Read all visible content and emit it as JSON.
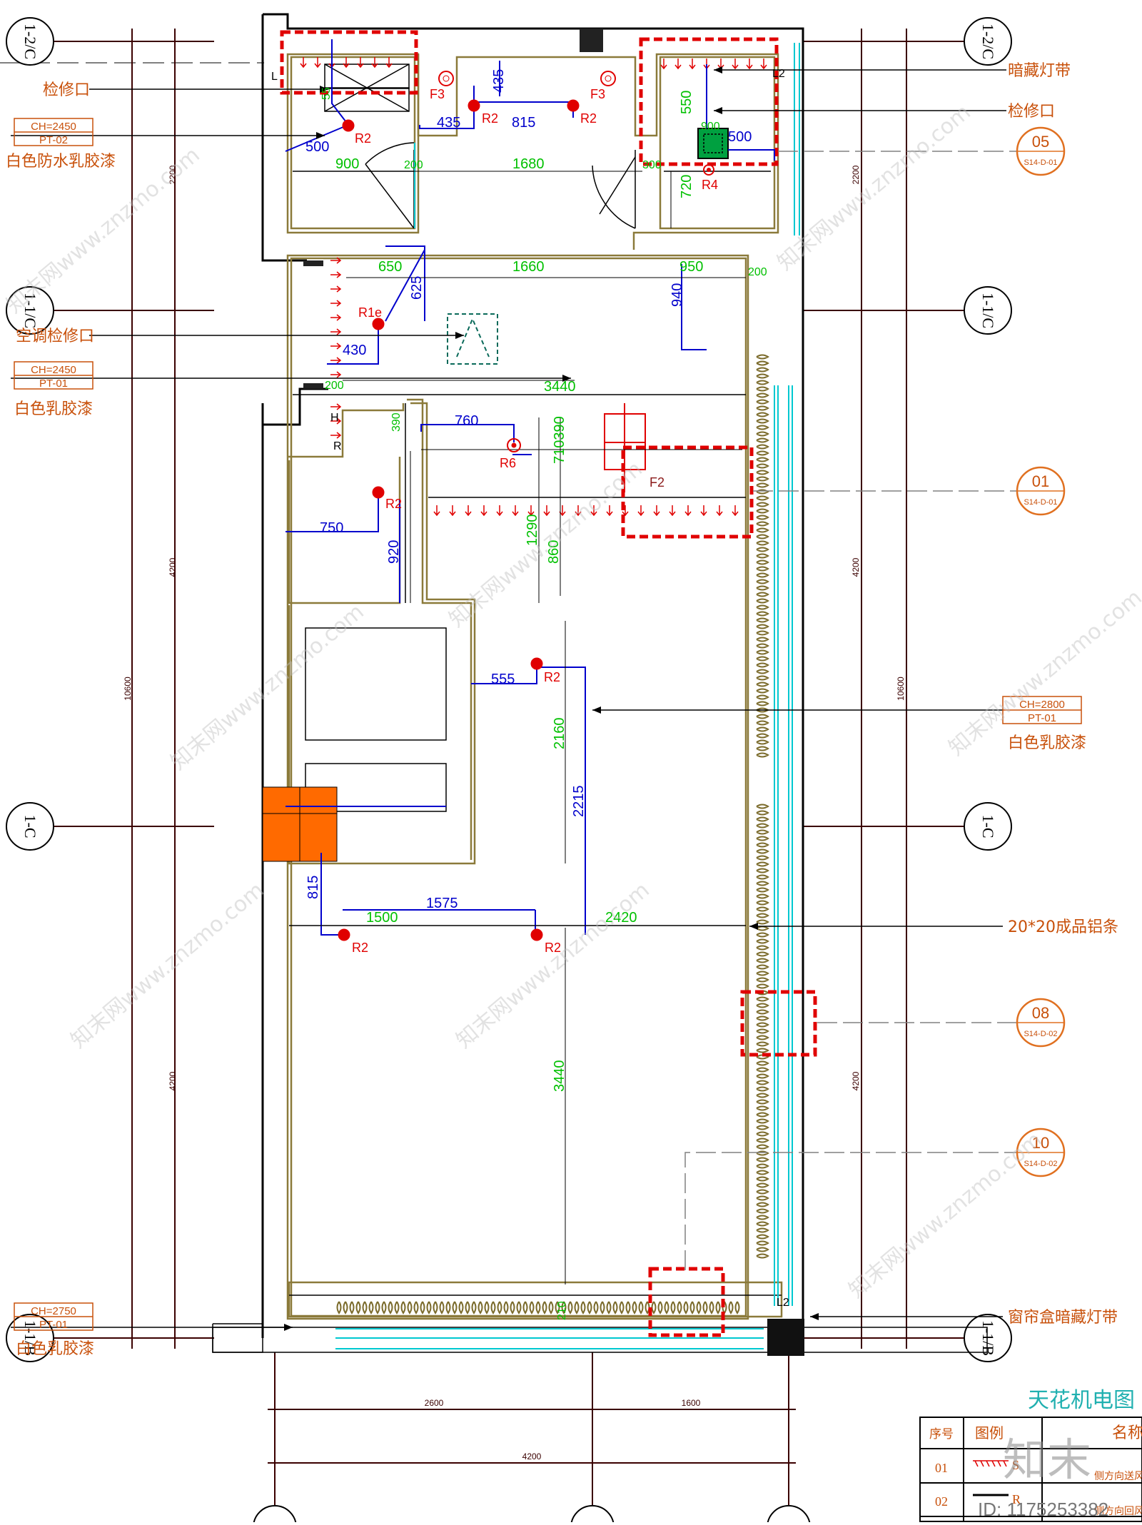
{
  "drawing": {
    "title": "天花机电图",
    "watermark": "知末网www.znzmo.com",
    "corner_logo": "知末",
    "id_label": "ID: 1175253382"
  },
  "grid_labels": {
    "left": [
      "1-2/C",
      "1-1/C",
      "1-C",
      "1-1/B"
    ],
    "right": [
      "1-2/C",
      "1-1/C",
      "1-C",
      "1-1/B"
    ]
  },
  "outer_dimensions": {
    "left_vertical": [
      "2200",
      "4200",
      "4200",
      "10600"
    ],
    "right_vertical": [
      "2200",
      "4200",
      "4200",
      "10600"
    ],
    "bottom": [
      "2600",
      "1600",
      "4200"
    ]
  },
  "left_notes": {
    "access_panel": "检修口",
    "ch_1": "CH=2450",
    "pt_1": "PT-02",
    "paint_1": "白色防水乳胶漆",
    "ac_access": "空调检修口",
    "ch_2": "CH=2450",
    "pt_2": "PT-01",
    "paint_2": "白色乳胶漆",
    "ch_3": "CH=2750",
    "pt_3": "PT-01",
    "paint_3": "白色乳胶漆"
  },
  "right_notes": {
    "hidden_light": "暗藏灯带",
    "access_panel": "检修口",
    "ch": "CH=2800",
    "pt": "PT-01",
    "paint": "白色乳胶漆",
    "aluminium": "20*20成品铝条",
    "curtain_light": "窗帘盒暗藏灯带"
  },
  "detail_callouts": [
    {
      "num": "05",
      "ref": "S14-D-01"
    },
    {
      "num": "01",
      "ref": "S14-D-01"
    },
    {
      "num": "08",
      "ref": "S14-D-02"
    },
    {
      "num": "10",
      "ref": "S14-D-02"
    }
  ],
  "device_labels": {
    "r2": "R2",
    "r1e": "R1e",
    "r4": "R4",
    "r6": "R6",
    "f2": "F2",
    "f3": "F3",
    "l": "L",
    "l2": "L2",
    "h": "H",
    "r": "R"
  },
  "green_dims": {
    "d900": "900",
    "d200a": "200",
    "d1680": "1680",
    "d650": "650",
    "d1660": "1660",
    "d950": "950",
    "d200b": "200",
    "d200c": "200",
    "d3440a": "3440",
    "d390": "390",
    "d710390": "710390",
    "d1290": "1290",
    "d920": "920",
    "d860": "860",
    "d2160": "2160",
    "d1500": "1500",
    "d2420": "2420",
    "d3440b": "3440",
    "d550": "550",
    "d720": "720",
    "d900b": "900",
    "d55": "55",
    "d210": "210",
    "d300": "300"
  },
  "blue_dims": {
    "d500a": "500",
    "d435a": "435",
    "d435b": "435",
    "d815a": "815",
    "d500b": "500",
    "d625": "625",
    "d430": "430",
    "d940": "940",
    "d760": "760",
    "d750": "750",
    "d555": "555",
    "d2215": "2215",
    "d815b": "815",
    "d1575": "1575"
  },
  "legend": {
    "col_no": "序号",
    "col_legend": "图例",
    "col_name": "名称",
    "rows": [
      {
        "no": "01",
        "sym": "S",
        "name": "侧方向送风"
      },
      {
        "no": "02",
        "sym": "R",
        "name": "侧方向回风"
      }
    ]
  },
  "colors": {
    "wall": "#000000",
    "finish": "#8b7a3a",
    "dim_green": "#00c000",
    "dim_blue": "#0000cc",
    "device_red": "#e00000",
    "note_orange": "#c8500a",
    "glass_cyan": "#00c8d0",
    "grid_dark": "#3a0000",
    "column_fill": "#ff6a00"
  }
}
